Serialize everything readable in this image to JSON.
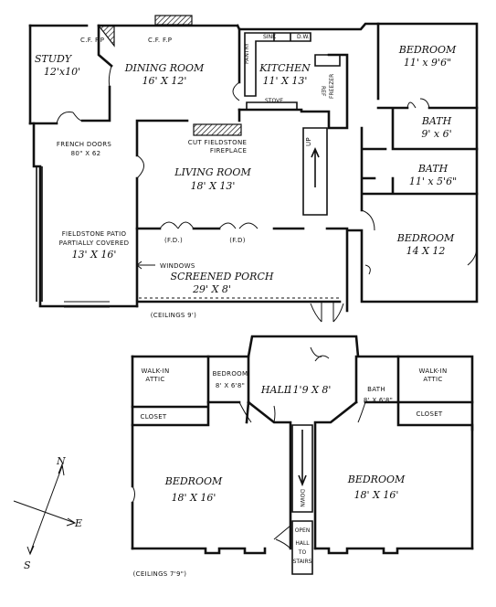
{
  "ground_floor": {
    "study": {
      "name": "STUDY",
      "dims": "12'x10'"
    },
    "dining": {
      "name": "DINING ROOM",
      "dims": "16' X 12'"
    },
    "kitchen": {
      "name": "KITCHEN",
      "dims": "11' X 13'"
    },
    "bedroom_ne": {
      "name": "BEDROOM",
      "dims": "11' x 9'6\""
    },
    "bath_a": {
      "name": "BATH",
      "dims": "9' x 6'"
    },
    "bath_b": {
      "name": "BATH",
      "dims": "11' x 5'6\""
    },
    "living": {
      "name": "LIVING ROOM",
      "dims": "18' X 13'"
    },
    "bedroom_se": {
      "name": "BEDROOM",
      "dims": "14 X 12"
    },
    "patio": {
      "line1": "FIELDSTONE PATIO",
      "line2": "PARTIALLY COVERED",
      "dims": "13' X 16'"
    },
    "porch": {
      "name": "SCREENED PORCH",
      "dims": "29' X 8'"
    },
    "french_doors": {
      "line1": "FRENCH DOORS",
      "line2": "80\" X 62"
    },
    "fireplace": {
      "line1": "CUT FIELDSTONE",
      "line2": "FIREPLACE"
    },
    "ceilings": "(CEILINGS 9')",
    "notes": {
      "cf_fp_corner": "C.F. F.P",
      "cf_fp_top": "C.F. F.P",
      "sink": "SINK",
      "dw": "D.W.",
      "stove": "STOVE",
      "ref": "REF",
      "pantry": "PANTRY",
      "freezer": "FREEZER",
      "up": "UP",
      "fd_left": "(F.D.)",
      "fd_right": "(F.D)",
      "windows": "WINDOWS"
    }
  },
  "upper_floor": {
    "attic_left": {
      "line1": "WALK-IN",
      "line2": "ATTIC"
    },
    "closet_left": "CLOSET",
    "bedroom_small": {
      "name": "BEDROOM",
      "dims": "8' X 6'8\""
    },
    "hall": {
      "name": "HALL",
      "dims": "11'9 X 8'"
    },
    "bath": {
      "name": "BATH",
      "dims": "8' X 6'8\""
    },
    "attic_right": {
      "line1": "WALK-IN",
      "line2": "ATTIC"
    },
    "closet_right": "CLOSET",
    "bedroom_left": {
      "name": "BEDROOM",
      "dims": "18' X 16'"
    },
    "bedroom_right": {
      "name": "BEDROOM",
      "dims": "18' X 16'"
    },
    "down": "DOWN",
    "open_hall": {
      "line1": "OPEN",
      "line2": "HALL",
      "line3": "TO",
      "line4": "STAIRS"
    },
    "ceilings": "(CEILINGS 7'9\")"
  },
  "compass": {
    "n": "N",
    "e": "E",
    "s": "S"
  }
}
